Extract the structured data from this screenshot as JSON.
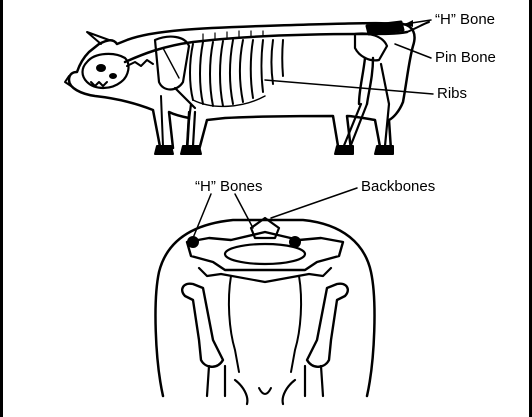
{
  "labels": {
    "h_bone": "“H” Bone",
    "pin_bone": "Pin Bone",
    "ribs": "Ribs",
    "h_bones": "“H” Bones",
    "backbones": "Backbones"
  },
  "colors": {
    "ink": "#000000",
    "background": "#ffffff"
  }
}
